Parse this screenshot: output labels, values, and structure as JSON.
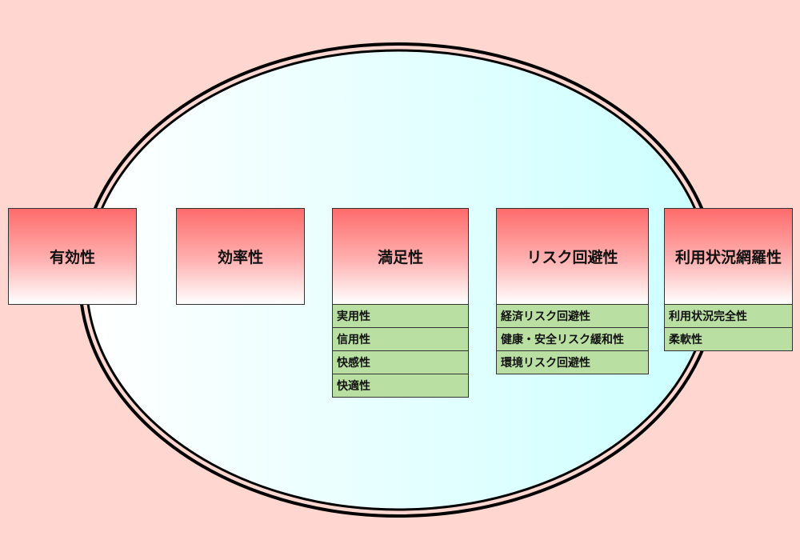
{
  "cards": [
    {
      "title": "有効性",
      "items": []
    },
    {
      "title": "効率性",
      "items": []
    },
    {
      "title": "満足性",
      "items": [
        "実用性",
        "信用性",
        "快感性",
        "快適性"
      ]
    },
    {
      "title": "リスク回避性",
      "items": [
        "経済リスク回避性",
        "健康・安全リスク緩和性",
        "環境リスク回避性"
      ]
    },
    {
      "title": "利用状況網羅性",
      "items": [
        "利用状況完全性",
        "柔軟性"
      ]
    }
  ],
  "colors": {
    "background": "#ffd7d0",
    "ellipse_fill_left": "#ffffff",
    "ellipse_fill_right": "#ccffff",
    "header_top": "#ff6b6b",
    "header_bottom": "#ffffff",
    "sub_item": "#b9dfa2"
  }
}
